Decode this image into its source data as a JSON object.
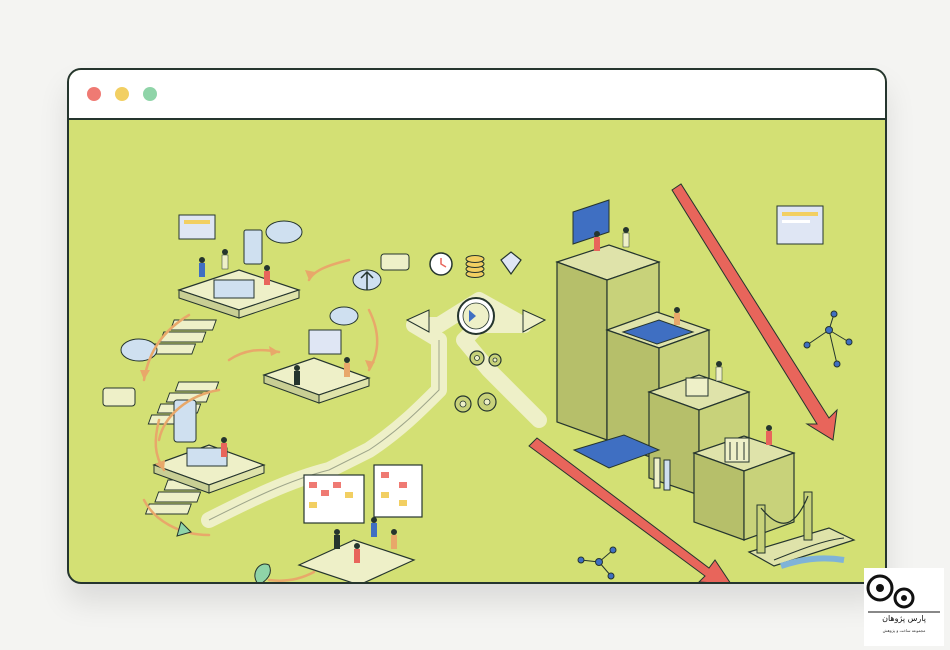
{
  "window": {
    "controls": [
      "close",
      "minimize",
      "maximize"
    ],
    "background_color": "#d3e074",
    "title_bar_color": "#ffffff"
  },
  "illustration": {
    "icons": [
      "cloud-icon",
      "speech-bubble-icon",
      "upload-arrow-icon",
      "clock-icon",
      "coins-icon",
      "diamond-icon",
      "compass-icon",
      "gear-icon",
      "blueprint-icon",
      "bridge-icon",
      "network-node-icon",
      "browser-window-icon"
    ],
    "accent_colors": {
      "arrow_red": "#e8655b",
      "block_green": "#c8d27a",
      "block_shadow": "#a8b35a",
      "blueprint_blue": "#3f6fc2",
      "path_cream": "#eef0c8",
      "orange_cycle": "#e8a86a"
    }
  },
  "watermark": {
    "logo_text": "Pars Pajouhaan",
    "arabic_text": "پارس پژوهان",
    "tagline": "مجموعه ساخت و پژوهش"
  }
}
